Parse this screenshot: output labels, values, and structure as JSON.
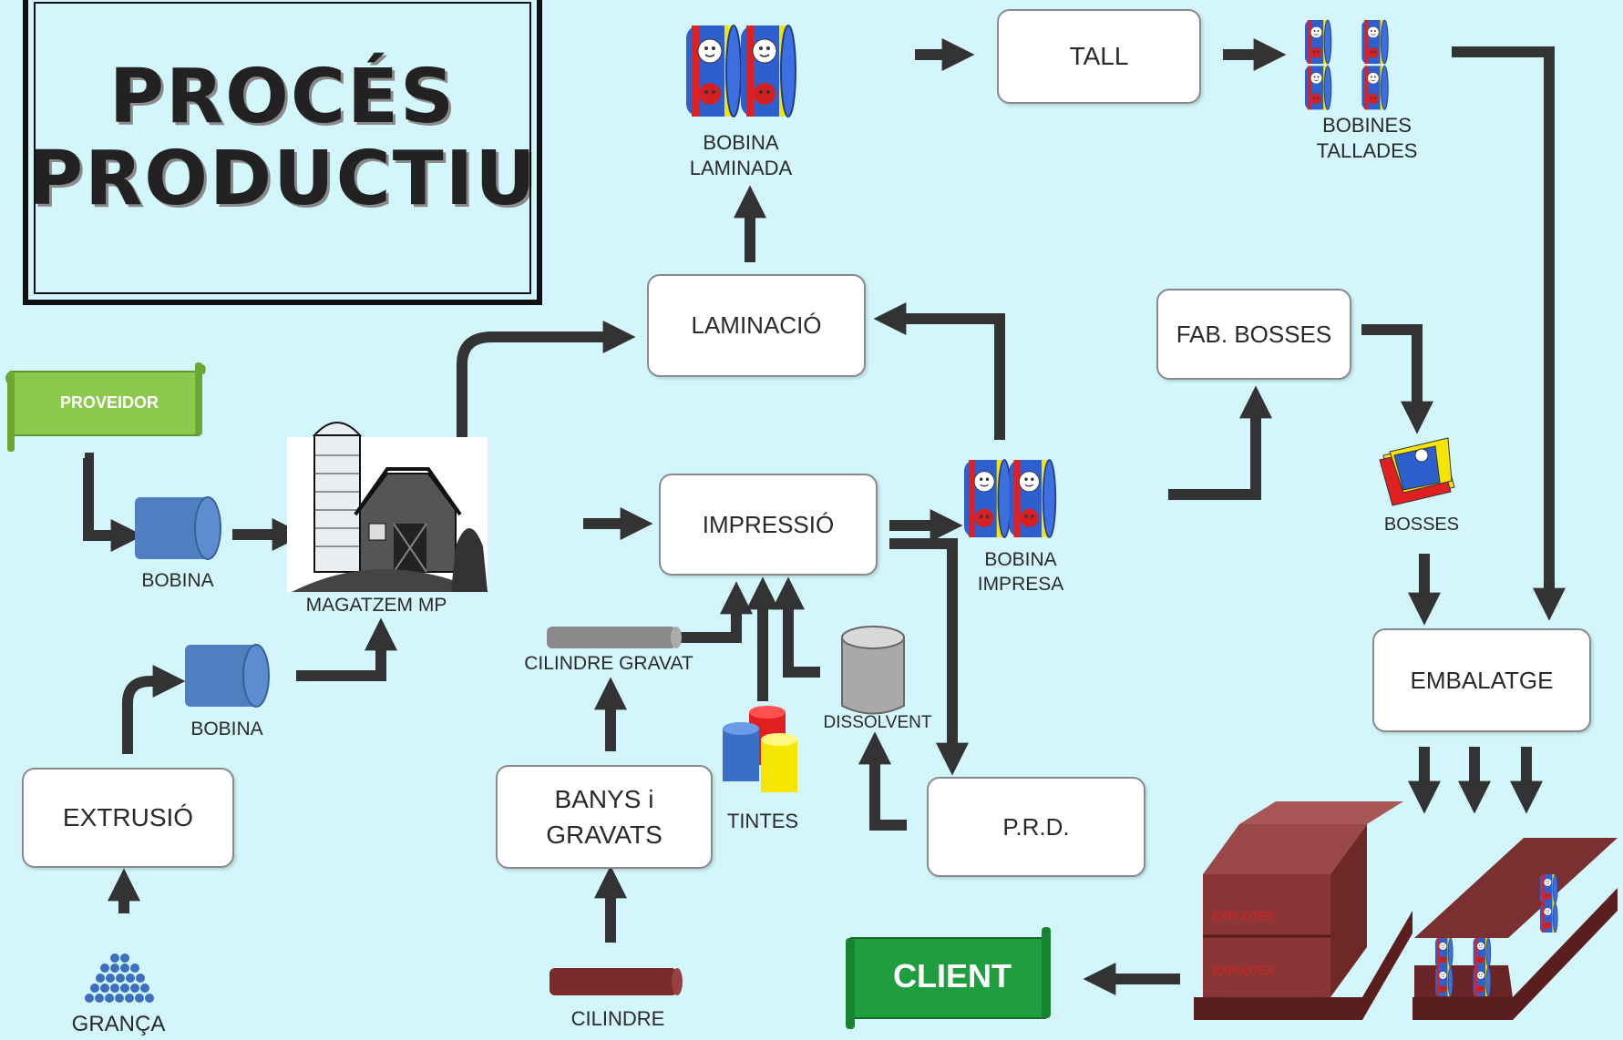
{
  "title": {
    "line1": "PROCÉS",
    "line2": "PRODUCTIU"
  },
  "processes": {
    "tall": "TALL",
    "laminacio": "LAMINACIÓ",
    "impressio": "IMPRESSIÓ",
    "fab_bosses": "FAB. BOSSES",
    "embalatge": "EMBALATGE",
    "extrusio": "EXTRUSIÓ",
    "banys_line1": "BANYS i",
    "banys_line2": "GRAVATS",
    "prd": "P.R.D."
  },
  "labels": {
    "bobina_laminada_1": "BOBINA",
    "bobina_laminada_2": "LAMINADA",
    "bobines_tallades_1": "BOBINES",
    "bobines_tallades_2": "TALLADES",
    "bobina_1": "BOBINA",
    "bobina_2": "BOBINA",
    "magatzem": "MAGATZEM MP",
    "bobina_impresa_1": "BOBINA",
    "bobina_impresa_2": "IMPRESA",
    "bosses": "BOSSES",
    "cilindre_gravat": "CILINDRE GRAVAT",
    "dissolvent": "DISSOLVENT",
    "tintes": "TINTES",
    "cilindre": "CILINDRE",
    "granca": "GRANÇA"
  },
  "scrolls": {
    "proveidor": "PROVEIDOR",
    "client": "CLIENT"
  },
  "box_stamp": "EXPLOTEX",
  "colors": {
    "background": "#d2f6fb",
    "arrow": "#333333",
    "bobina_blue": "#4f7fc0",
    "scroll_light_green": "#8cc84b",
    "scroll_green": "#1e9e3e",
    "box_brown": "#7a3535",
    "roll_red": "#e02020",
    "roll_yellow": "#f4e600",
    "roll_blue": "#2e5fcf"
  }
}
